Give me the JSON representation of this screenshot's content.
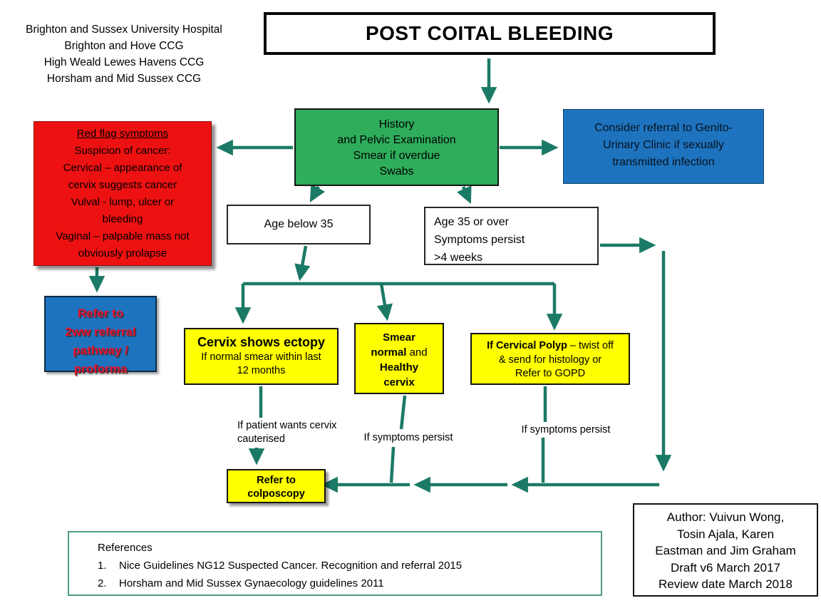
{
  "header": {
    "org_lines": "Brighton and Sussex University Hospital\nBrighton and Hove CCG\nHigh Weald Lewes Havens CCG\nHorsham and Mid Sussex CCG",
    "title": "POST COITAL BLEEDING"
  },
  "nodes": {
    "red_flags": {
      "title": "Red flag symptoms",
      "body": "Suspicion of cancer:\nCervical – appearance of\ncervix suggests cancer\nVulval  - lump, ulcer or\nbleeding\nVaginal – palpable mass not\nobviously prolapse"
    },
    "history": {
      "text": "History\nand Pelvic Examination\nSmear if overdue\nSwabs"
    },
    "gum_referral": {
      "text": "Consider referral to Genito-\nUrinary Clinic if sexually\ntransmitted infection"
    },
    "age_below": {
      "text": "Age below 35"
    },
    "age_over": {
      "text": "Age 35 or over\nSymptoms persist\n>4 weeks"
    },
    "two_ww": {
      "text": "Refer to\n2ww  referral\npathway /\nproforma"
    },
    "ectopy": {
      "title": "Cervix shows ectopy",
      "subtitle": "If normal smear within last\n12 months"
    },
    "smear_normal": {
      "l1": "Smear",
      "l2_bold": "normal",
      "l2_reg": " and",
      "l3": "Healthy",
      "l4": "cervix"
    },
    "polyp": {
      "l1_bold": "If Cervical Polyp",
      "l1_reg": " – twist off",
      "l2": "& send for histology or",
      "l3": "Refer to GOPD"
    },
    "colposcopy": {
      "text": "Refer to\ncolposcopy"
    }
  },
  "labels": {
    "cauterised": "If  patient wants cervix\ncauterised",
    "persist_mid": "If symptoms persist",
    "persist_right": "If symptoms persist"
  },
  "footer": {
    "author": "Author: Vuivun Wong,\nTosin Ajala, Karen\nEastman and Jim Graham\nDraft v6 March 2017\nReview date March 2018",
    "references": {
      "heading": "References",
      "items": [
        {
          "num": "1.",
          "text": "Nice Guidelines NG12 Suspected Cancer. Recognition and referral  2015"
        },
        {
          "num": "2.",
          "text": "Horsham and Mid Sussex Gynaecology guidelines 2011"
        }
      ]
    }
  },
  "colors": {
    "arrow_green": "#1B7A66",
    "node_green": "#2EAD5B",
    "node_blue": "#1E73BE",
    "node_red": "#EE1111",
    "node_yellow": "#FFFF00",
    "two_ww_text_red": "#E8112D"
  }
}
